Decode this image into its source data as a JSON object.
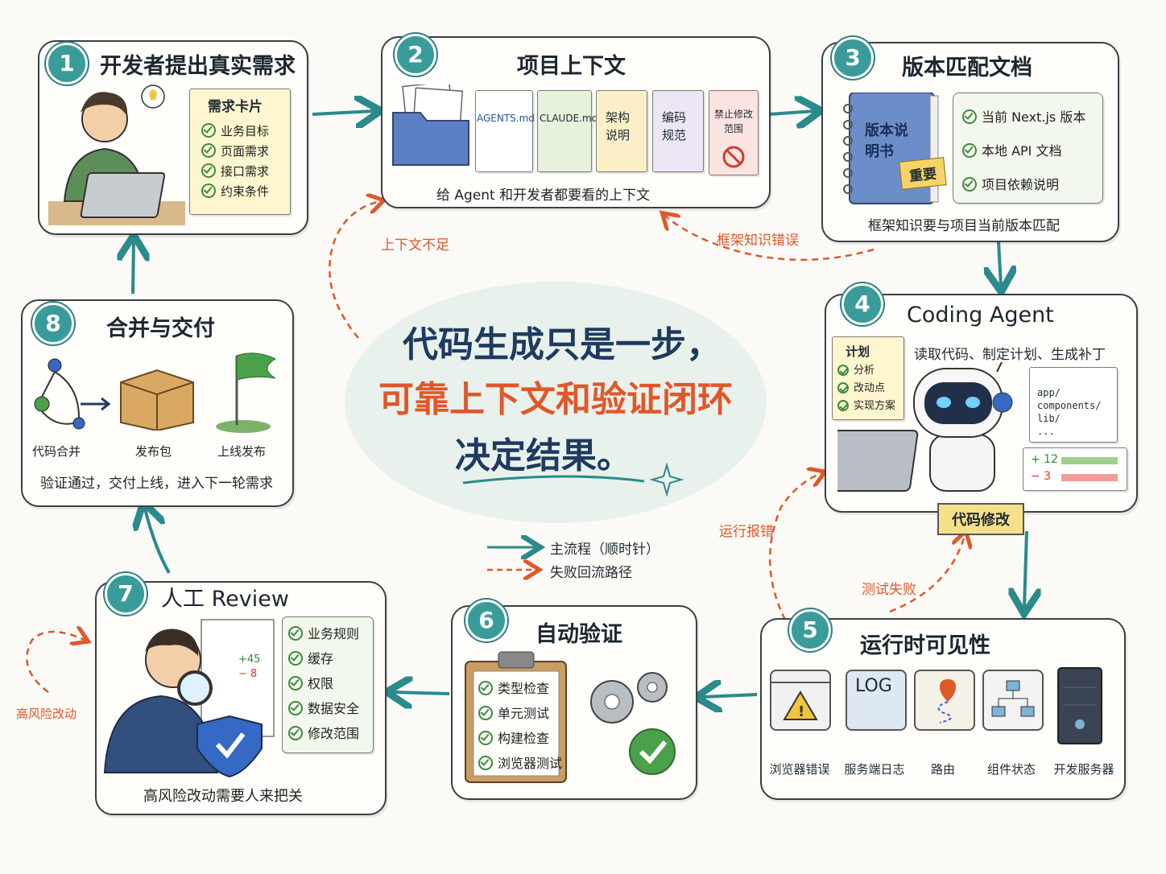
{
  "center": {
    "line1": "代码生成只是一步，",
    "line2": "可靠上下文和验证闭环",
    "line3": "决定结果。"
  },
  "legend": {
    "main": "主流程（顺时针）",
    "fail": "失败回流路径"
  },
  "colors": {
    "teal": "#2a8a8c",
    "orange": "#e0572a",
    "navy": "#1e3a5f"
  },
  "step1": {
    "num": "1",
    "title": "开发者提出真实需求",
    "card_title": "需求卡片",
    "items": [
      "业务目标",
      "页面需求",
      "接口需求",
      "约束条件"
    ]
  },
  "step2": {
    "num": "2",
    "title": "项目上下文",
    "docs": [
      "AGENTS.md",
      "CLAUDE.md",
      "架构说明",
      "编码规范",
      "禁止修改范围"
    ],
    "caption": "给 Agent 和开发者都要看的上下文"
  },
  "step3": {
    "num": "3",
    "title": "版本匹配文档",
    "book": "版本说明书",
    "tag": "重要",
    "items": [
      "当前 Next.js 版本",
      "本地 API 文档",
      "项目依赖说明"
    ],
    "caption": "框架知识要与项目当前版本匹配"
  },
  "step4": {
    "num": "4",
    "title": "Coding Agent",
    "subtitle": "读取代码、制定计划、生成补丁",
    "plan_title": "计划",
    "plan_items": [
      "分析",
      "改动点",
      "实现方案"
    ],
    "tree": [
      "app/",
      "components/",
      "lib/",
      "..."
    ],
    "diff_add": "+ 12",
    "diff_del": "− 3",
    "badge": "代码修改"
  },
  "step5": {
    "num": "5",
    "title": "运行时可见性",
    "log_label": "LOG",
    "icons": [
      "浏览器错误",
      "服务端日志",
      "路由",
      "组件状态",
      "开发服务器"
    ]
  },
  "step6": {
    "num": "6",
    "title": "自动验证",
    "items": [
      "类型检查",
      "单元测试",
      "构建检查",
      "浏览器测试"
    ]
  },
  "step7": {
    "num": "7",
    "title": "人工 Review",
    "items": [
      "业务规则",
      "缓存",
      "权限",
      "数据安全",
      "修改范围"
    ],
    "diff_add": "+45",
    "diff_del": "− 8",
    "caption": "高风险改动需要人来把关"
  },
  "step8": {
    "num": "8",
    "title": "合并与交付",
    "icons": [
      "代码合并",
      "发布包",
      "上线发布"
    ],
    "caption": "验证通过，交付上线，进入下一轮需求"
  },
  "fail_labels": {
    "context": "上下文不足",
    "framework": "框架知识错误",
    "runtime": "运行报错",
    "test": "测试失败",
    "risk": "高风险改动"
  }
}
